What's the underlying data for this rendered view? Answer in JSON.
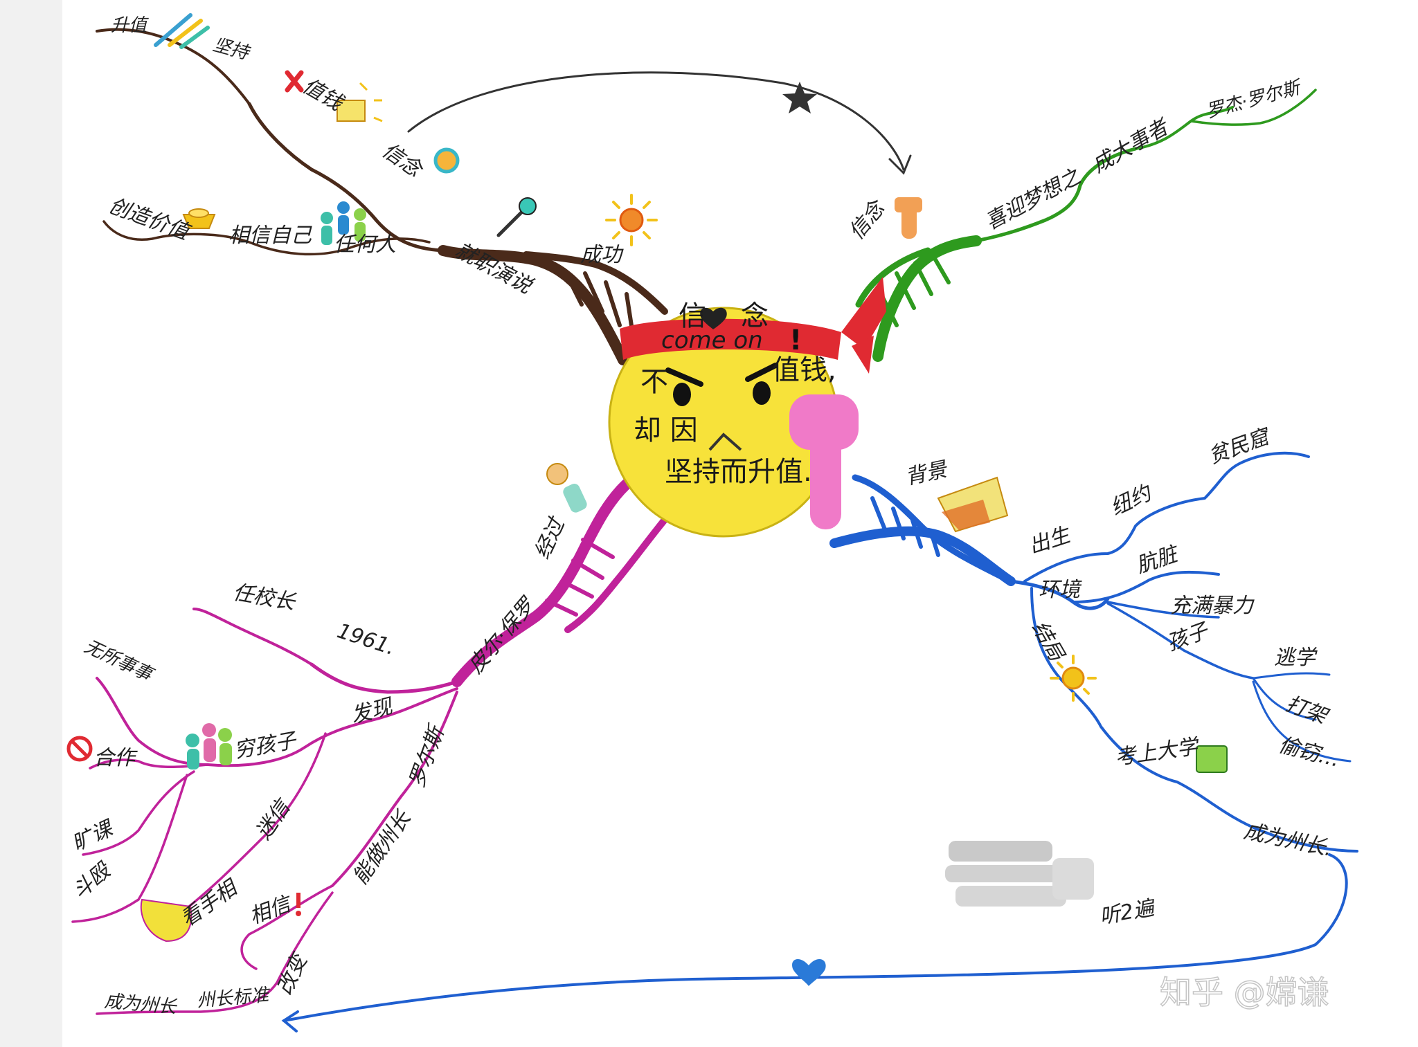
{
  "center": {
    "headband_top": "信",
    "headband_top2": "念",
    "headband_text": "come on",
    "text_line1": "不",
    "text_line1b": "值钱,",
    "text_line2": "却 因",
    "text_line3": "坚持而升值."
  },
  "branches": {
    "brown": {
      "main": "成功",
      "sub1": "就职演说",
      "sub2": "任何人",
      "sub3": "相信自己",
      "sub4": "创造价值",
      "sub5": "信念",
      "sub6": "值钱",
      "sub7": "坚持",
      "sub8": "升值"
    },
    "green": {
      "main": "信念",
      "sub1": "喜迎梦想之",
      "sub2": "成大事者",
      "sub3": "罗杰·罗尔斯"
    },
    "blue": {
      "main": "背景",
      "sub1": "出生",
      "sub1a": "纽约",
      "sub1b": "贫民窟",
      "sub2": "环境",
      "sub2a": "肮脏",
      "sub2b": "充满暴力",
      "sub2c": "孩子",
      "sub2d": "逃学",
      "sub2e": "打架",
      "sub2f": "偷窃…",
      "sub3": "结局",
      "sub3a": "考上大学",
      "sub3b": "成为州长."
    },
    "magenta": {
      "main": "经过",
      "sub1": "皮尔·保罗",
      "sub1a": "1961.",
      "sub1b": "任校长",
      "sub2": "发现",
      "sub2a": "穷孩子",
      "sub2b": "无所事事",
      "sub2c": "合作",
      "sub2d": "旷课",
      "sub2e": "斗殴",
      "sub3": "迷信",
      "sub3a": "看手相",
      "sub4": "罗尔斯",
      "sub4a": "能做州长",
      "sub4b": "相信",
      "sub4c": "改变",
      "sub4d": "州长标准",
      "sub4e": "成为州长"
    }
  },
  "note": "听2遍",
  "watermark": "知乎 @嫦谦",
  "colors": {
    "brown": "#4a2a1a",
    "green": "#2e9a1e",
    "blue": "#1f5fd0",
    "magenta": "#c0229a",
    "face": "#f7e23a",
    "headband": "#e02a32"
  }
}
